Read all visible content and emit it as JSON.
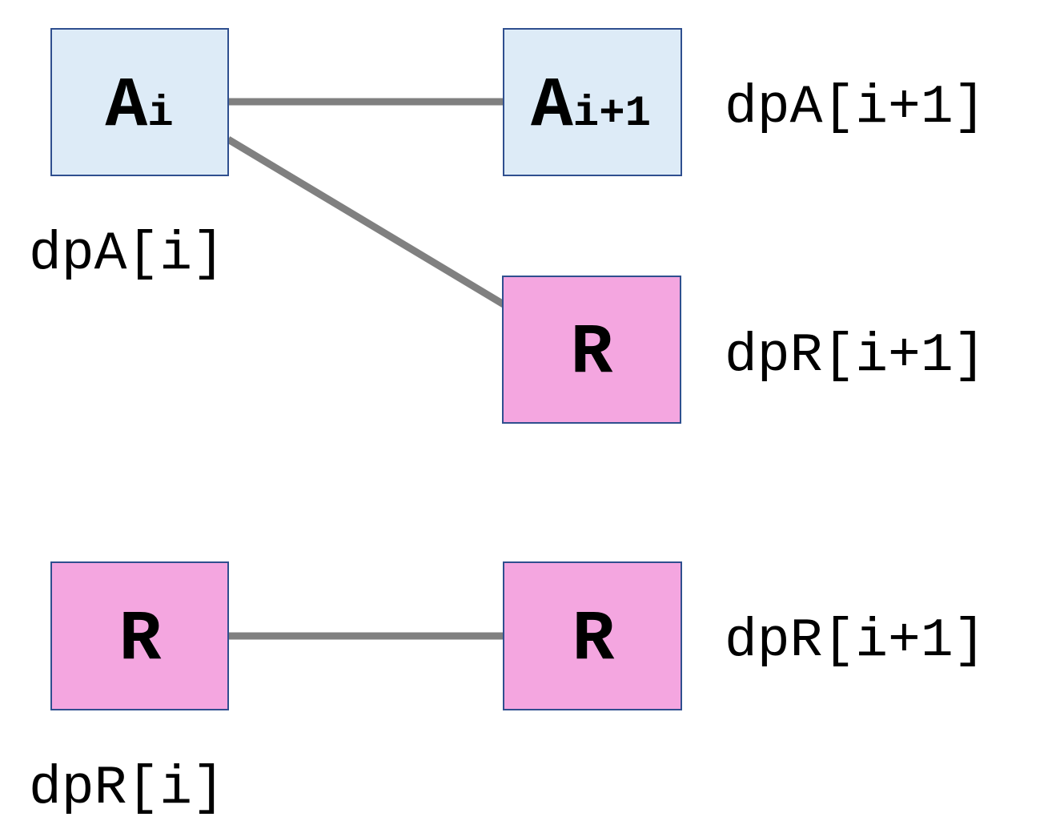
{
  "nodes": {
    "a_i": {
      "main": "A",
      "sub": "i"
    },
    "a_next": {
      "main": "A",
      "sub": "i+1"
    },
    "r_mid": {
      "main": "R"
    },
    "r_bottom_left": {
      "main": "R"
    },
    "r_bottom_right": {
      "main": "R"
    }
  },
  "labels": {
    "dpA_i": "dpA[i]",
    "dpA_next": "dpA[i+1]",
    "dpR_next_mid": "dpR[i+1]",
    "dpR_i": "dpR[i]",
    "dpR_next_bottom": "dpR[i+1]"
  },
  "colors": {
    "a_fill": "#DDEBF7",
    "r_fill": "#F4A6E0",
    "border": "#2F4F8F",
    "edge": "#808080"
  }
}
